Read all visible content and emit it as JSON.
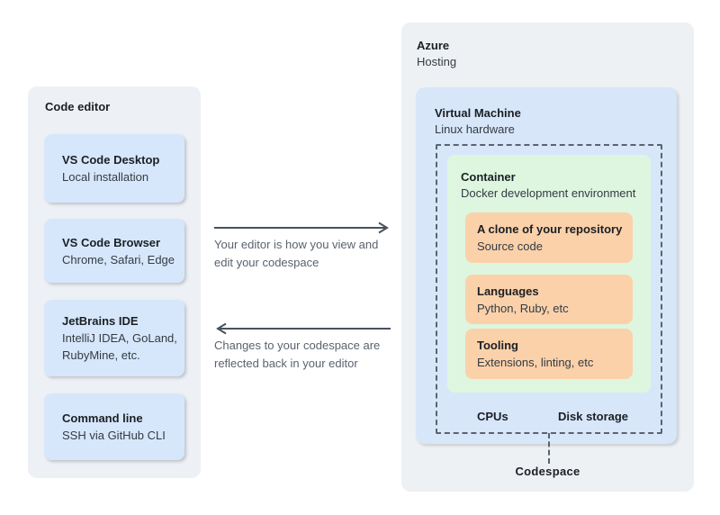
{
  "colors": {
    "panel-bg": "#edf1f6",
    "blue-box": "#d7e7fb",
    "vm-box": "#d8e6fa",
    "green-box": "#def6e0",
    "orange-box": "#fbd1aa",
    "dash": "#5a646e",
    "arrow": "#47525d",
    "caption-text": "#59636e",
    "title-text": "#1b1f24",
    "body-text": "#333b43"
  },
  "left_panel": {
    "title": "Code editor",
    "boxes": [
      {
        "title": "VS Code Desktop",
        "subtitle": "Local installation"
      },
      {
        "title": "VS Code Browser",
        "subtitle": "Chrome, Safari, Edge"
      },
      {
        "title": "JetBrains IDE",
        "subtitle": "IntelliJ IDEA, GoLand, RubyMine, etc."
      },
      {
        "title": "Command line",
        "subtitle": "SSH via GitHub CLI"
      }
    ]
  },
  "arrows": {
    "to_azure": {
      "caption_line1": "Your editor is how you view and",
      "caption_line2": "edit your codespace"
    },
    "to_editor": {
      "caption_line1": "Changes to your codespace are",
      "caption_line2": "reflected back in your editor"
    }
  },
  "right_panel": {
    "title": "Azure",
    "subtitle": "Hosting",
    "vm": {
      "title": "Virtual Machine",
      "subtitle": "Linux hardware",
      "container": {
        "title": "Container",
        "subtitle": "Docker development environment",
        "boxes": [
          {
            "title": "A clone of your repository",
            "subtitle": "Source code"
          },
          {
            "title": "Languages",
            "subtitle": "Python, Ruby, etc"
          },
          {
            "title": "Tooling",
            "subtitle": "Extensions, linting, etc"
          }
        ]
      },
      "resources": {
        "cpus": "CPUs",
        "disk": "Disk storage"
      }
    },
    "codespace_label": "Codespace"
  }
}
